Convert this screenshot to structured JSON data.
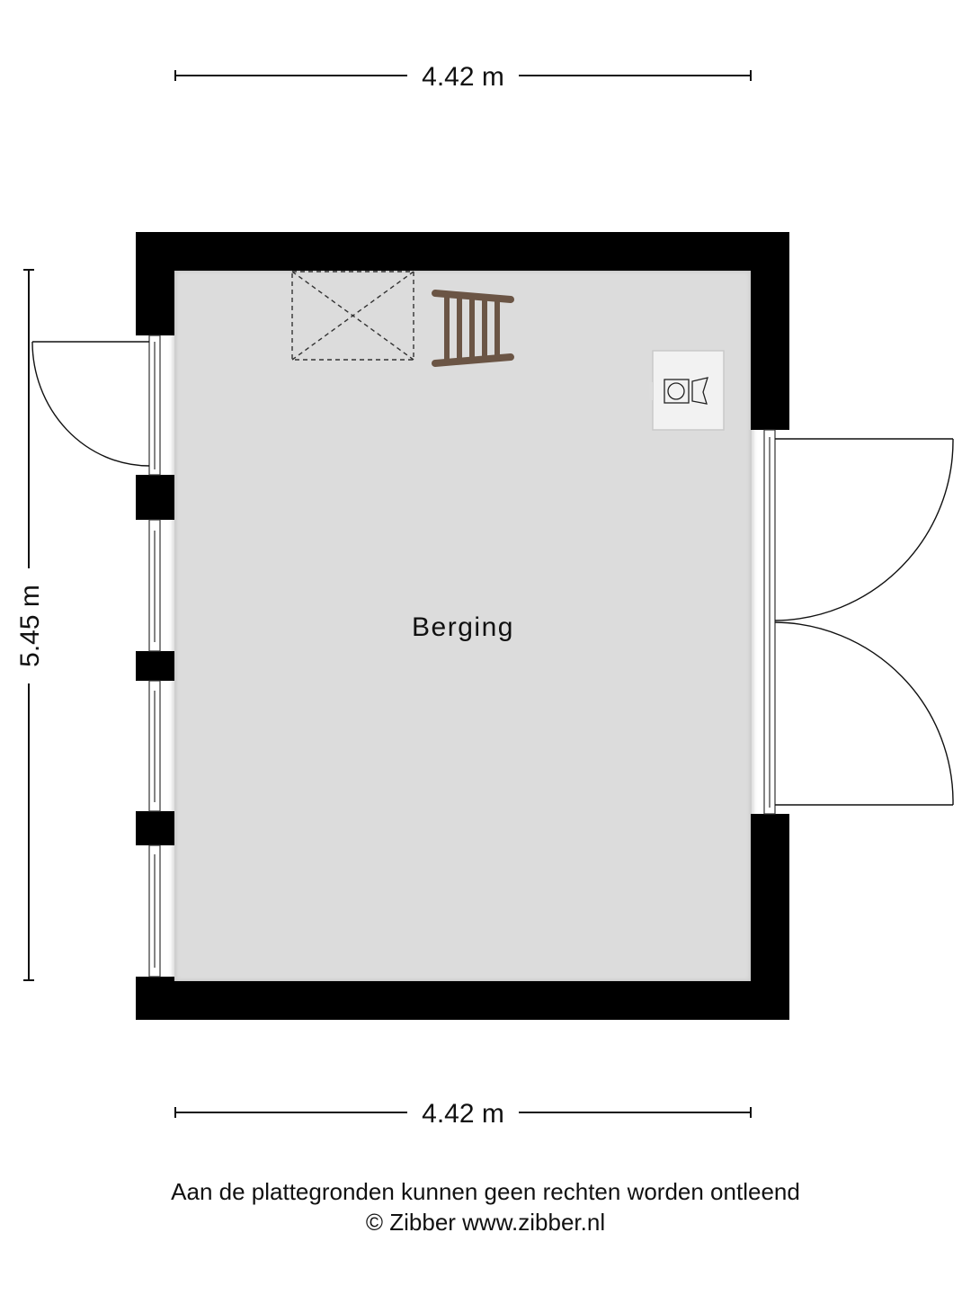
{
  "dimensions": {
    "top_width": "4.42 m",
    "bottom_width": "4.42 m",
    "left_height": "5.45 m"
  },
  "room": {
    "label": "Berging"
  },
  "fixtures": {
    "ladder": "ladder-icon",
    "attic_hatch": "hatch-icon",
    "appliance": "washer-dryer-icon"
  },
  "colors": {
    "wall": "#000000",
    "floor": "#dcdcdc",
    "ladder": "#6b5545"
  },
  "footer": {
    "disclaimer": "Aan de plattegronden kunnen geen rechten worden ontleend",
    "copyright": "© Zibber www.zibber.nl"
  }
}
